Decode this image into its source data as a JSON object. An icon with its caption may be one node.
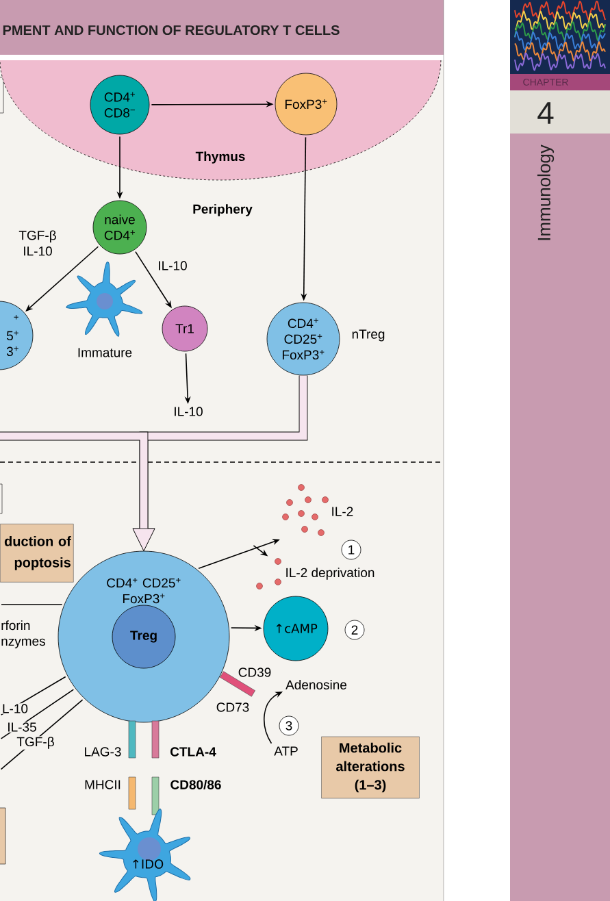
{
  "diagram": {
    "title": "PMENT AND FUNCTION OF REGULATORY T CELLS",
    "nodes": [
      {
        "text": [
          "Thymus"
        ]
      },
      {
        "text": [
          "CD4$^{+}$ CD8$^{−}$"
        ],
        "in": 0
      },
      {
        "text": [
          "FoxP3$^{+}$"
        ],
        "in": 0
      },
      {
        "text": [
          "naive CD4$^{+}$"
        ]
      },
      {
        "text": [
          "+",
          "5$^{+}$",
          "3$^{+}$"
        ]
      },
      {
        "text": [],
        "shape": "picture",
        "beside": [
          "Immature"
        ]
      },
      {
        "text": [
          "Tr1"
        ]
      },
      {
        "text": [
          "CD4$^{+}$ CD25$^{+}$ FoxP3$^{+}$"
        ],
        "beside": [
          "nTreg"
        ]
      },
      {
        "text": [
          "IL-10"
        ]
      },
      {
        "text": [
          "duction of poptosis"
        ]
      },
      {
        "text": [
          "CD4$^{+}$ CD25$^{+}$ FoxP3$^{+}$"
        ]
      },
      {
        "text": [
          "Treg"
        ],
        "in": 10
      },
      {
        "text": [],
        "shape": "picture",
        "beside": [
          "IL-2"
        ]
      },
      {
        "text": [
          "1"
        ]
      },
      {
        "text": [],
        "shape": "picture",
        "beside": [
          "IL-2 deprivation"
        ]
      },
      {
        "text": [
          "↑cAMP"
        ]
      },
      {
        "text": [
          "2"
        ]
      },
      {
        "text": [
          "Adenosine"
        ]
      },
      {
        "text": [
          "3"
        ]
      },
      {
        "text": [
          "ATP"
        ]
      },
      {
        "text": [
          "Metabolic alterations (1–3)"
        ]
      },
      {
        "text": [
          "↑IDO"
        ]
      }
    ],
    "edges": [
      {
        "from": 1,
        "to": 2,
        "arrow": "to"
      },
      {
        "from": 1,
        "to": 3,
        "arrow": "to"
      },
      {
        "from": 2,
        "to": 7,
        "arrow": "to"
      },
      {
        "from": 3,
        "to": 4,
        "arrow": "to",
        "label": "TGF-β IL-10"
      },
      {
        "from": 3,
        "to": 6,
        "arrow": "to",
        "label": "IL-10"
      },
      {
        "from": 6,
        "to": 8,
        "arrow": "to"
      },
      {
        "from": 7,
        "to": 10,
        "arrow": "to",
        "style": "thick"
      },
      {
        "from": null,
        "to": 10,
        "arrow": "to",
        "style": "thick"
      },
      {
        "from": 10,
        "to": 12,
        "arrow": "to"
      },
      {
        "from": null,
        "to": 14,
        "arrow": "to"
      },
      {
        "from": 10,
        "to": 15,
        "arrow": "to"
      },
      {
        "from": 19,
        "to": 17,
        "arrow": "to"
      },
      {
        "from": 10,
        "to": null,
        "arrow": "none"
      },
      {
        "from": 10,
        "to": null,
        "arrow": "none",
        "label": "L-10"
      },
      {
        "from": 10,
        "to": null,
        "arrow": "none",
        "label": "IL-35"
      },
      {
        "from": 10,
        "to": null,
        "arrow": "none",
        "label": "TGF-β"
      }
    ],
    "labels": [
      "Periphery",
      "rforin nzymes",
      "CD39",
      "CD73",
      "LAG-3",
      "CTLA-4",
      "MHCII",
      "CD80/86",
      "CHAPTER",
      "4",
      "Immunology"
    ]
  }
}
